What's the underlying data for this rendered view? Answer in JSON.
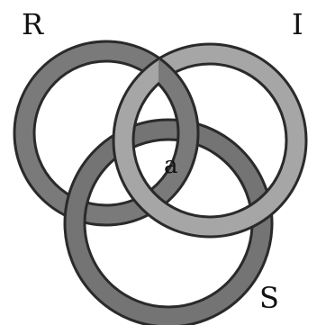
{
  "rings": [
    {
      "label": "R",
      "fill": "#7a7a7a",
      "outline": "#333333"
    },
    {
      "label": "I",
      "fill": "#a6a6a6",
      "outline": "#333333"
    },
    {
      "label": "S",
      "fill": "#747474",
      "outline": "#333333"
    }
  ],
  "center_label": "a",
  "background": "#ffffff"
}
